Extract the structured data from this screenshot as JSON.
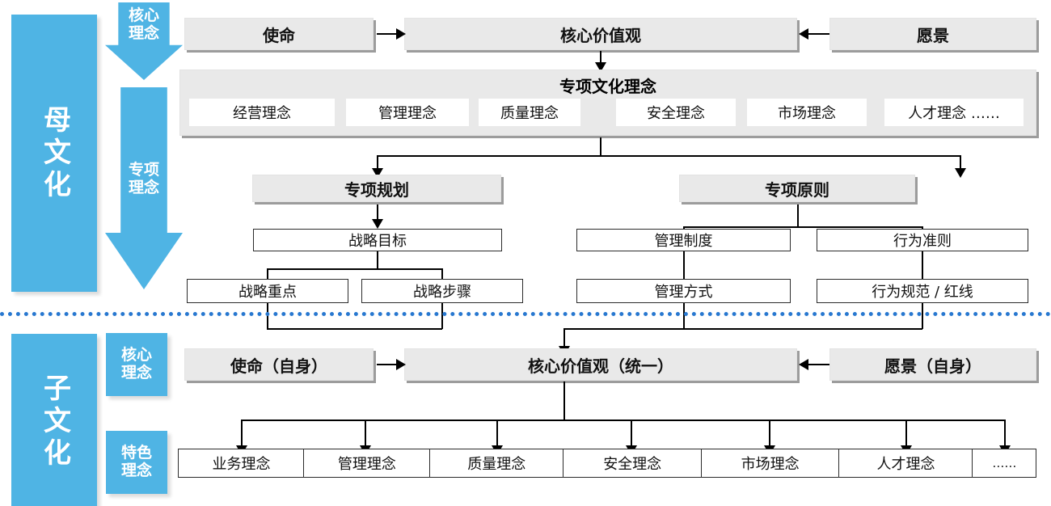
{
  "theme": {
    "accent_blue": "#4FB4E4",
    "divider_blue": "#2878d0",
    "bar_gray": "#E9E9E9",
    "bar_shadow": "#9c9c9c",
    "line_black": "#000000"
  },
  "parent_culture": {
    "band_label": "母文化",
    "stage_core": "核心理念",
    "stage_special": "专项理念",
    "mission": "使命",
    "core_values": "核心价值观",
    "vision": "愿景",
    "special_culture_title": "专项文化理念",
    "special_culture_items": [
      "经营理念",
      "管理理念",
      "质量理念",
      "安全理念",
      "市场理念",
      "人才理念  ……"
    ],
    "plan": "专项规划",
    "principle": "专项原则",
    "plan_children": [
      "战略目标"
    ],
    "plan_grandchildren": [
      "战略重点",
      "战略步骤"
    ],
    "principle_children": [
      "管理制度",
      "行为准则"
    ],
    "principle_grandchildren": [
      "管理方式",
      "行为规范 / 红线"
    ]
  },
  "sub_culture": {
    "band_label": "子文化",
    "stage_core": "核心理念",
    "stage_feature": "特色理念",
    "mission": "使命（自身）",
    "core_values": "核心价值观（统一）",
    "vision": "愿景（自身）",
    "feature_items": [
      "业务理念",
      "管理理念",
      "质量理念",
      "安全理念",
      "市场理念",
      "人才理念",
      "……"
    ]
  }
}
